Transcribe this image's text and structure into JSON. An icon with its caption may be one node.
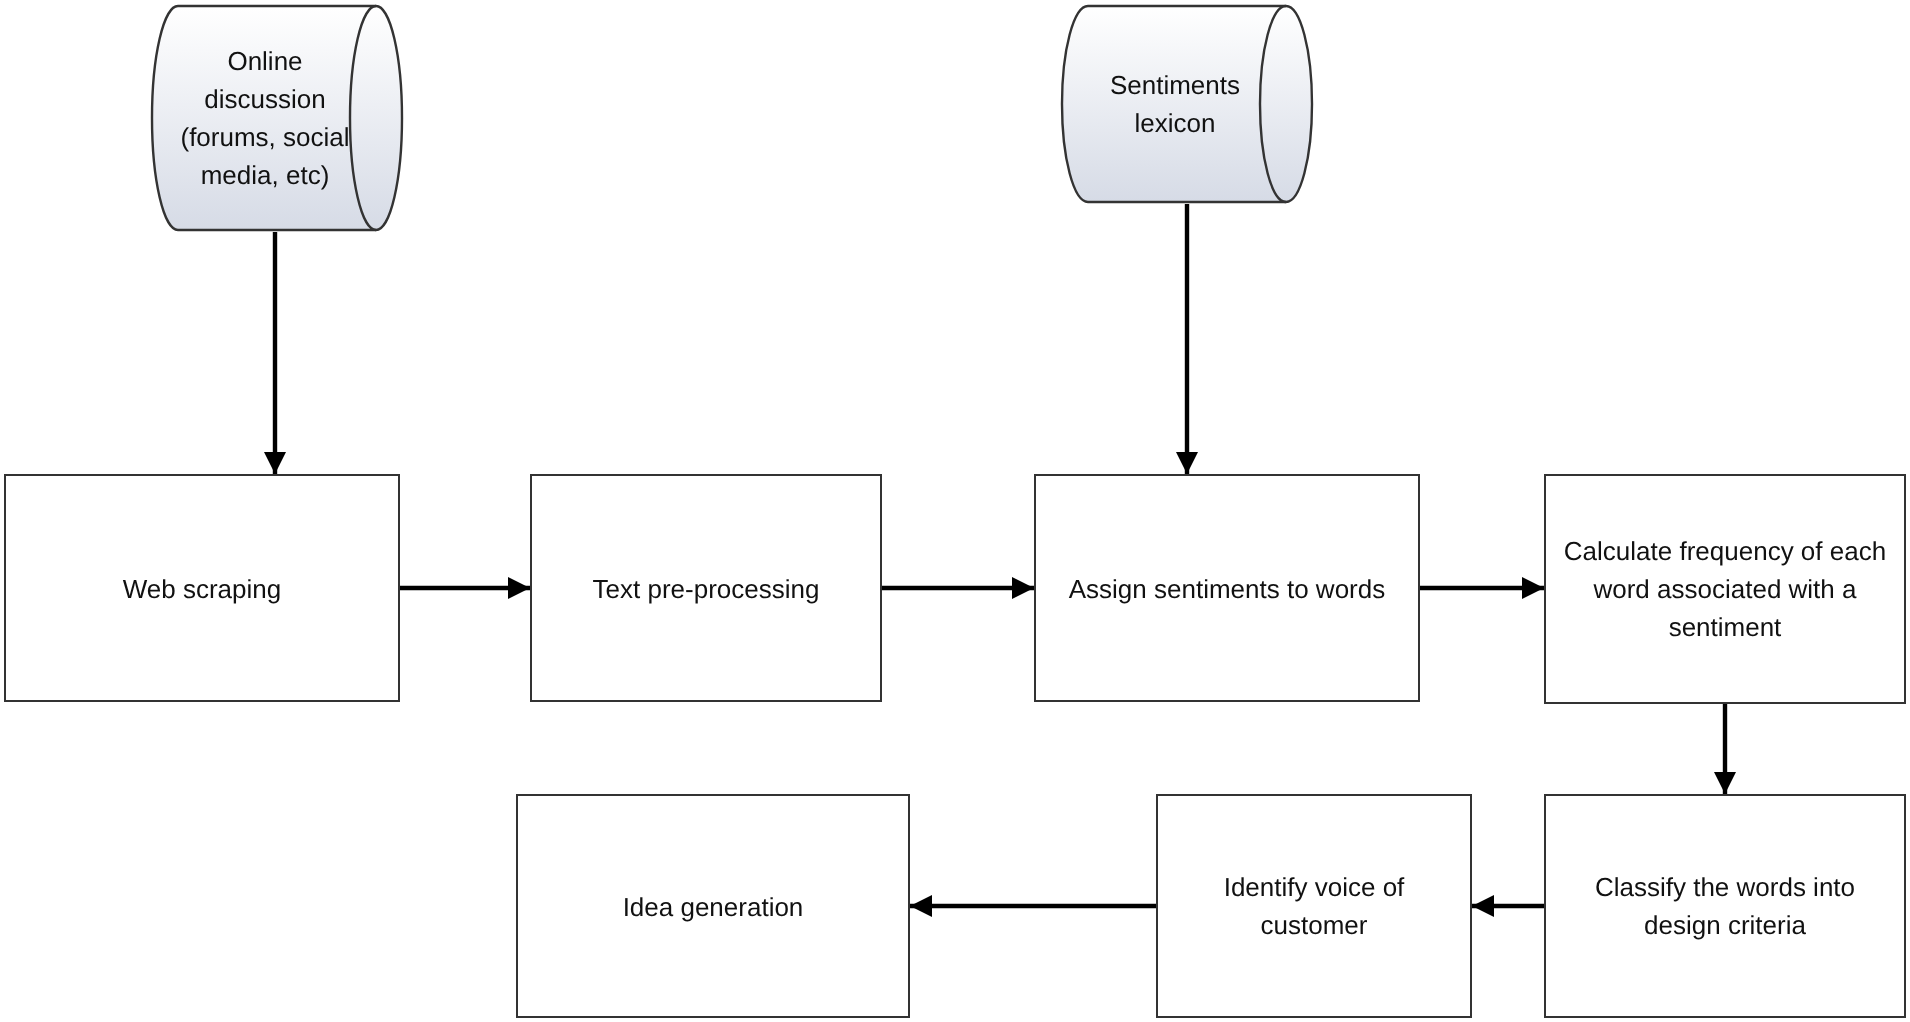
{
  "diagram": {
    "nodes": [
      {
        "text": [
          "Online discussion (forums, social media, etc)"
        ]
      },
      {
        "text": [
          "Sentiments lexicon"
        ]
      },
      {
        "text": [
          "Web scraping"
        ]
      },
      {
        "text": [
          "Text pre-processing"
        ]
      },
      {
        "text": [
          "Assign sentiments to words"
        ]
      },
      {
        "text": [
          "Calculate frequency of each word associated with a sentiment"
        ]
      },
      {
        "text": [
          "Classify the words into design criteria"
        ]
      },
      {
        "text": [
          "Identify voice of customer"
        ]
      },
      {
        "text": [
          "Idea generation"
        ]
      }
    ],
    "edges": [
      {
        "from": 0,
        "to": 2,
        "arrow": "to"
      },
      {
        "from": 1,
        "to": 4,
        "arrow": "to"
      },
      {
        "from": 2,
        "to": 3,
        "arrow": "to"
      },
      {
        "from": 3,
        "to": 4,
        "arrow": "to"
      },
      {
        "from": 4,
        "to": 5,
        "arrow": "to"
      },
      {
        "from": 5,
        "to": 6,
        "arrow": "to"
      },
      {
        "from": 6,
        "to": 7,
        "arrow": "to"
      },
      {
        "from": 7,
        "to": 8,
        "arrow": "to"
      }
    ]
  }
}
